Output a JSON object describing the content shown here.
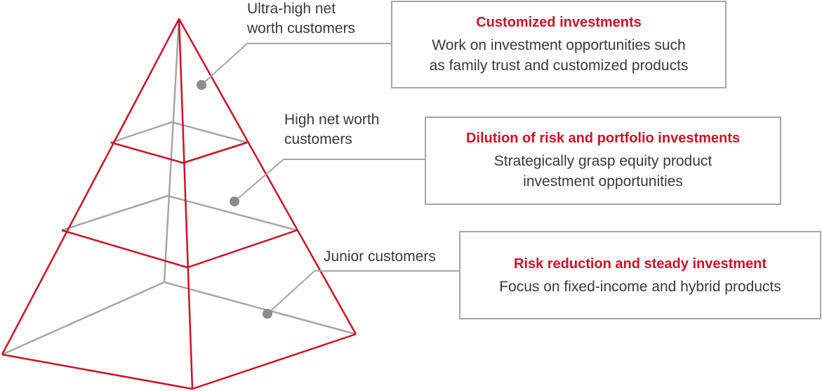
{
  "colors": {
    "red": "#cc1126",
    "gray_line": "#a6a6a6",
    "dot": "#8c8c8c",
    "text": "#3a3a3a"
  },
  "tiers": [
    {
      "label_lines": [
        "Ultra-high net",
        "worth customers"
      ],
      "title": "Customized investments",
      "desc_lines": [
        "Work on investment opportunities such",
        "as family trust and customized products"
      ]
    },
    {
      "label_lines": [
        "High net worth",
        "customers"
      ],
      "title": "Dilution of risk and portfolio investments",
      "desc_lines": [
        "Strategically grasp equity product",
        "investment opportunities"
      ]
    },
    {
      "label_lines": [
        "Junior customers"
      ],
      "title": "Risk reduction and steady investment",
      "desc_lines": [
        "Focus on fixed-income and hybrid products"
      ]
    }
  ]
}
